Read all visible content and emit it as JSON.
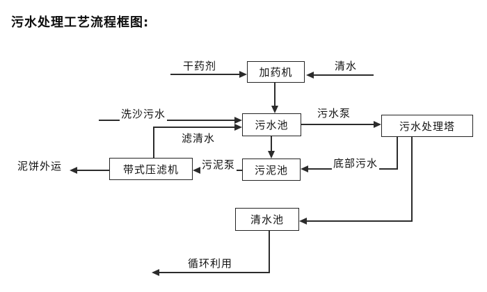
{
  "title": "污水处理工艺流程框图:",
  "nodes": {
    "dosing_machine": "加药机",
    "sewage_pool": "污水池",
    "treatment_tower": "污水处理塔",
    "sludge_pool": "污泥池",
    "belt_filter_press": "带式压滤机",
    "clean_water_pool": "清水池"
  },
  "edge_labels": {
    "dry_agent": "干药剂",
    "clean_water": "清水",
    "sand_washing_sewage": "洗沙污水",
    "sewage_pump": "污水泵",
    "filtered_water": "滤清水",
    "sludge_pump": "污泥泵",
    "bottom_sewage": "底部污水",
    "mud_cake_out": "泥饼外运",
    "recycle": "循环利用"
  },
  "colors": {
    "background": "#ffffff",
    "line": "#2b2b2b",
    "box_border": "#222222",
    "text": "#111111"
  }
}
